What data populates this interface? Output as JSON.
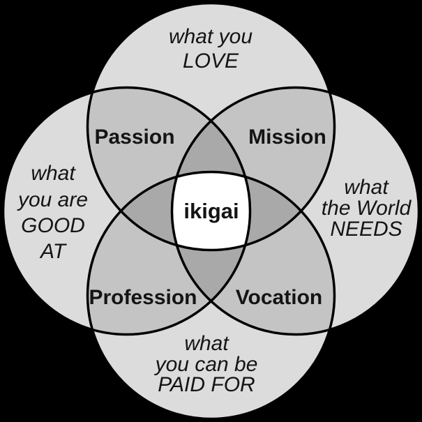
{
  "diagram": {
    "name": "ikigai-venn-diagram",
    "background": "#000000",
    "stroke_color": "#000000",
    "colors": {
      "single": "#dcdcdc",
      "double": "#c4c4c4",
      "triple": "#a9a9a9",
      "center": "#ffffff"
    },
    "circles": {
      "love": {
        "lines": [
          "what you",
          "LOVE"
        ]
      },
      "good_at": {
        "lines": [
          "what",
          "you are",
          "GOOD",
          "AT"
        ]
      },
      "world_needs": {
        "lines": [
          "what",
          "the World",
          "NEEDS"
        ]
      },
      "paid_for": {
        "lines": [
          "what",
          "you can be",
          "PAID FOR"
        ]
      }
    },
    "overlaps": {
      "passion": {
        "label": "Passion"
      },
      "mission": {
        "label": "Mission"
      },
      "profession": {
        "label": "Profession"
      },
      "vocation": {
        "label": "Vocation"
      },
      "center": {
        "label": "ikigai"
      }
    }
  }
}
